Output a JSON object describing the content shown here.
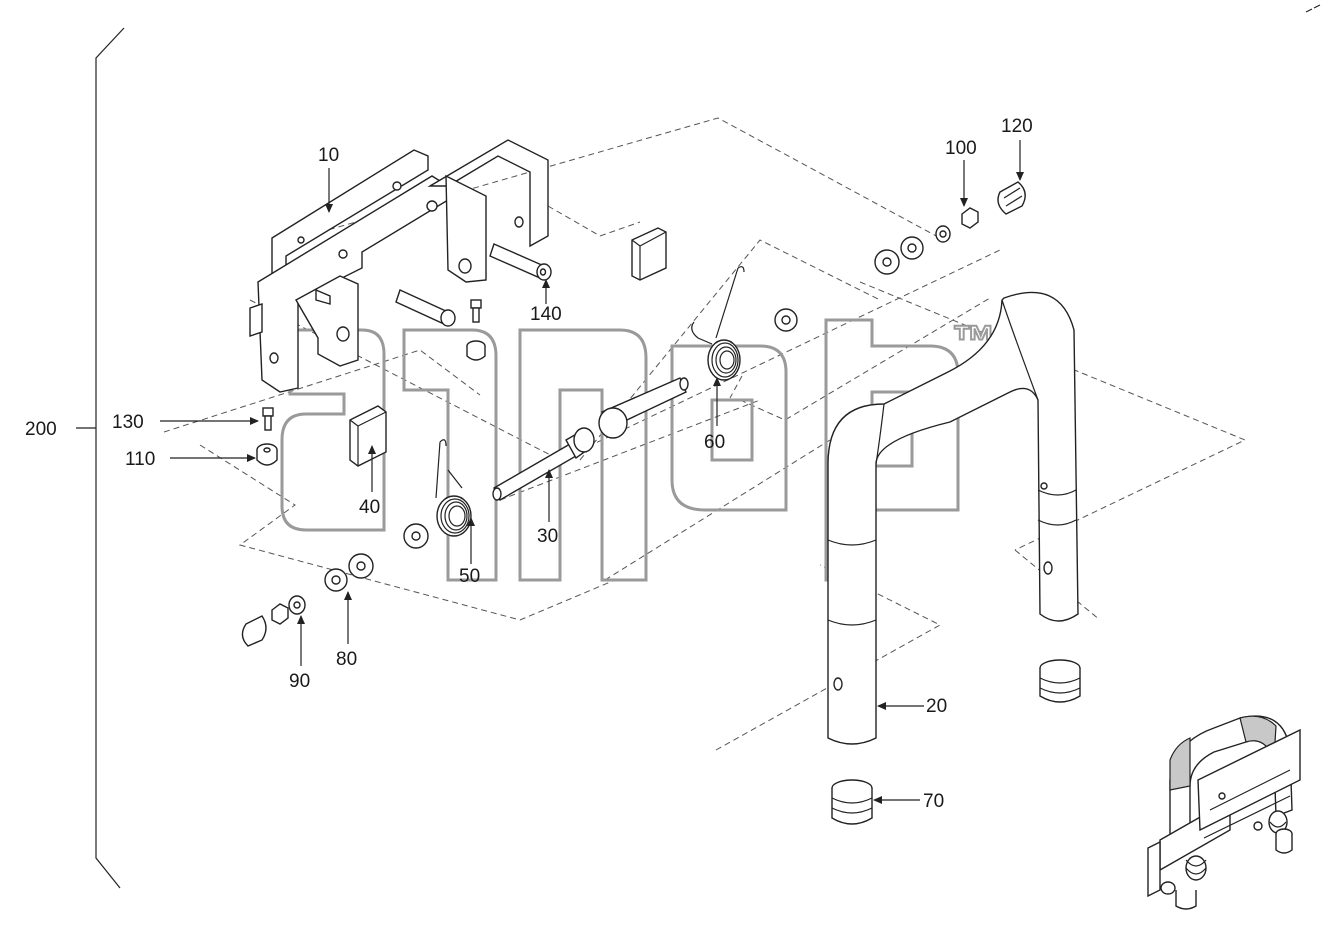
{
  "diagram": {
    "callouts": [
      "10",
      "20",
      "30",
      "40",
      "50",
      "60",
      "70",
      "80",
      "90",
      "100",
      "110",
      "120",
      "130",
      "140",
      "200"
    ],
    "watermark": {
      "trademark": "™"
    }
  }
}
